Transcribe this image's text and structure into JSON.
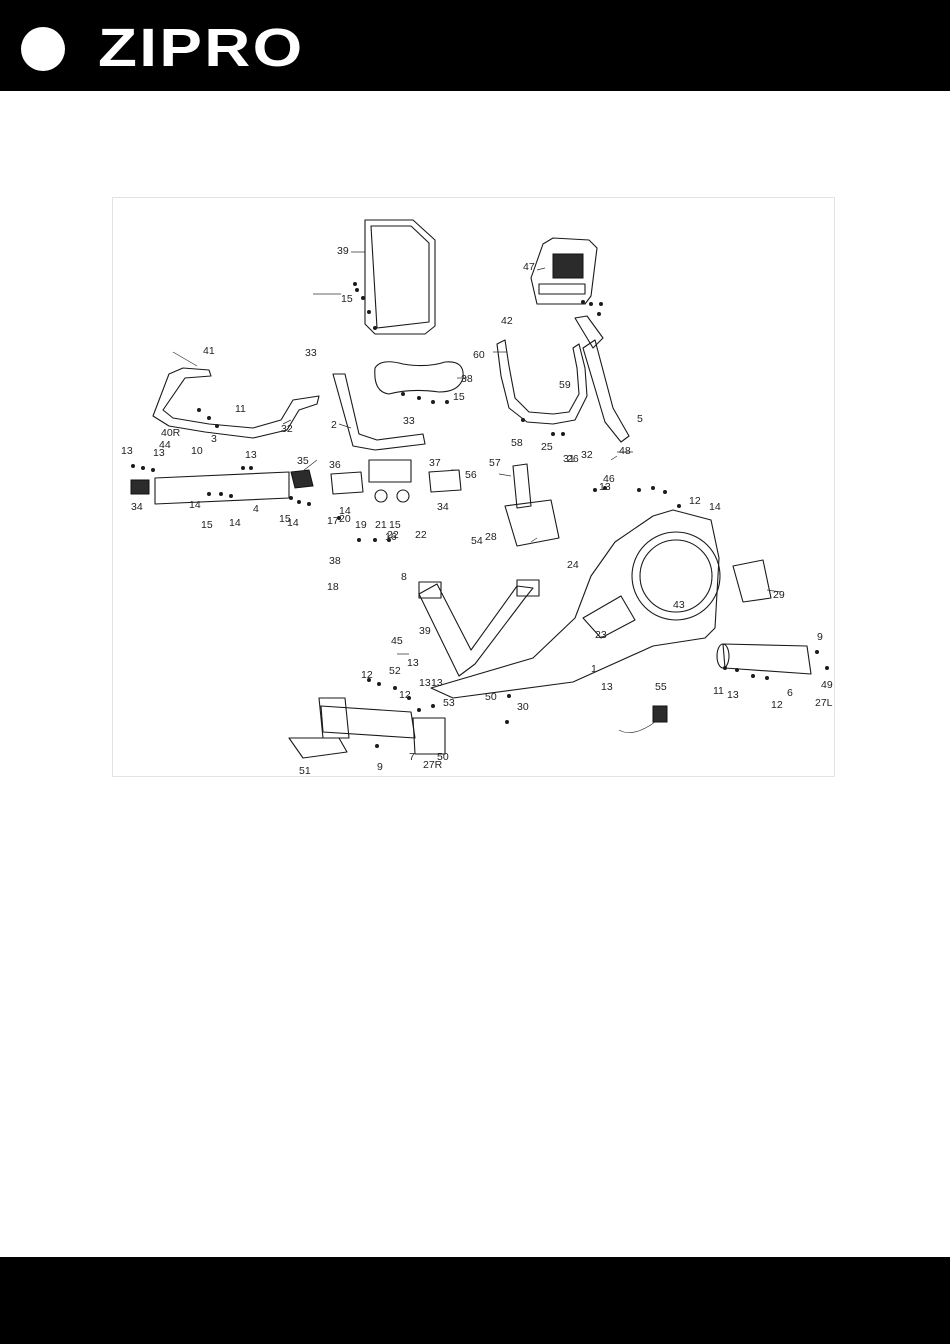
{
  "header": {
    "logo_text": "ZIPRO"
  },
  "diagram": {
    "type": "exploded-view",
    "labels": [
      "1",
      "2",
      "3",
      "4",
      "5",
      "6",
      "7",
      "8",
      "9",
      "9",
      "10",
      "11",
      "11",
      "12",
      "12",
      "12",
      "12",
      "13",
      "13",
      "13",
      "13",
      "13",
      "13",
      "13",
      "13",
      "13",
      "14",
      "14",
      "14",
      "14",
      "14",
      "15",
      "15",
      "15",
      "15",
      "15",
      "16",
      "17",
      "18",
      "19",
      "20",
      "21",
      "22",
      "22",
      "23",
      "24",
      "25",
      "26",
      "27L",
      "27R",
      "28",
      "29",
      "30",
      "31",
      "32",
      "32",
      "33",
      "33",
      "34",
      "34",
      "35",
      "36",
      "37",
      "38",
      "38",
      "39",
      "39",
      "40R",
      "41",
      "42",
      "43",
      "44",
      "45",
      "46",
      "47",
      "48",
      "49",
      "50",
      "50",
      "51",
      "52",
      "53",
      "54",
      "55",
      "56",
      "57",
      "58",
      "59",
      "60"
    ]
  }
}
